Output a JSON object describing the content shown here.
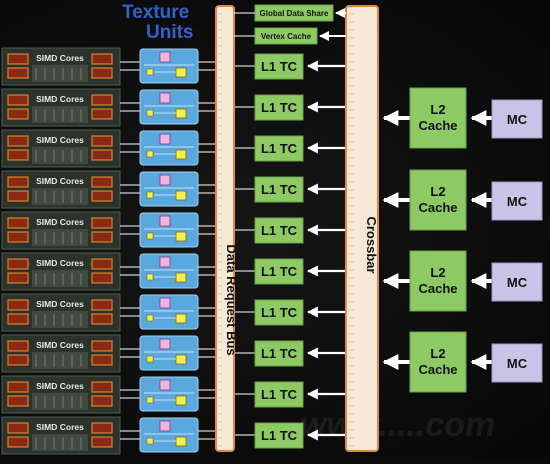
{
  "texture_units_title": [
    "Texture",
    "Units"
  ],
  "simd_label": "SIMD Cores",
  "simd_row_count": 10,
  "data_request_bus_label": "Data Request Bus",
  "crossbar_label": "Crossbar",
  "global_data_share_label": "Global Data Share",
  "vertex_cache_label": "Vertex Cache",
  "l1_label": "L1 TC",
  "l2_label": [
    "L2",
    "Cache"
  ],
  "mc_label": "MC",
  "l2_count": 4,
  "colors": {
    "green": "#8dca64",
    "green_border": "#6a9f47",
    "purple": "#c9c3e6",
    "bus_fill": "#f6e8d6",
    "bus_border": "#e0893d",
    "texture_unit": "#5aa8de",
    "title_blue": "#2f63c8"
  }
}
